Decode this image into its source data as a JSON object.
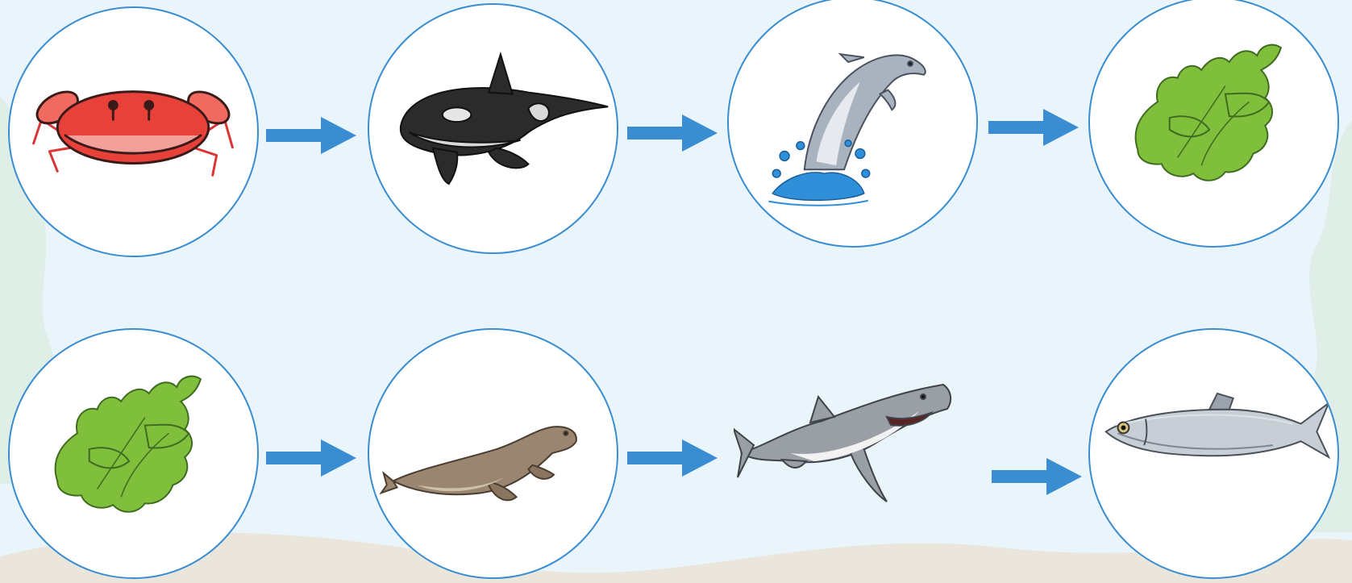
{
  "diagram": {
    "kind": "food-chain-sequence",
    "rows": [
      {
        "id": "row-1",
        "items": [
          {
            "icon": "crab-icon",
            "color": "#e8413a"
          },
          {
            "icon": "orca-icon",
            "color": "#2b2b2b"
          },
          {
            "icon": "dolphin-icon",
            "color": "#a9b3bf"
          },
          {
            "icon": "seaweed-icon",
            "color": "#7fbf3c"
          }
        ]
      },
      {
        "id": "row-2",
        "items": [
          {
            "icon": "seaweed-icon",
            "color": "#7fbf3c"
          },
          {
            "icon": "seal-icon",
            "color": "#9a8670"
          },
          {
            "icon": "shark-icon",
            "color": "#9a9fa6"
          },
          {
            "icon": "herring-icon",
            "color": "#b8c0c8"
          }
        ]
      }
    ],
    "arrow_direction": "right",
    "colors": {
      "background": "#e9f5fb",
      "circle_border": "#3a8dd0",
      "arrow": "#3a8dd0"
    }
  }
}
